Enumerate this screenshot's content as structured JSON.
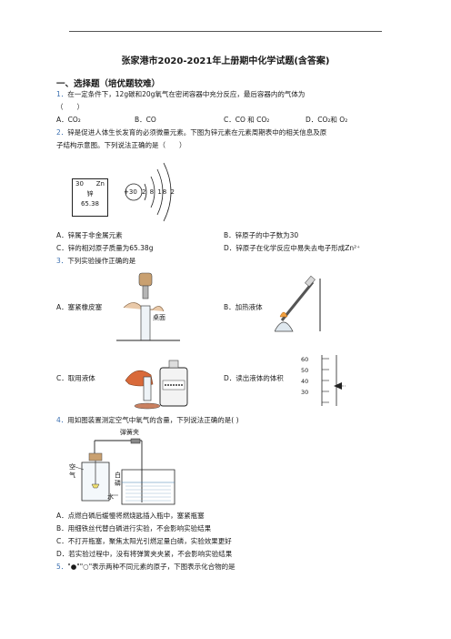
{
  "title": "张家港市2020-2021年上册期中化学试题(含答案)",
  "section1": "一、选择题（培优题较难）",
  "q1": {
    "num": "1．",
    "text": "在一定条件下，12g碳和20g氧气在密闭容器中充分反应，最后容器内的气体为",
    "paren": "（　　）",
    "a": "A．CO₂",
    "b": "B．CO",
    "c": "C．CO 和 CO₂",
    "d": "D．CO₂和 O₂"
  },
  "q2": {
    "num": "2．",
    "line1": "锌是促进人体生长发育的必须微量元素。下图为锌元素在元素周期表中的相关信息及原",
    "line2": "子结构示意图。下列说法正确的是（　　）",
    "element": {
      "number": "30",
      "symbol": "Zn",
      "name": "锌",
      "mass": "65.38"
    },
    "atom": {
      "nucleus": "+30",
      "shells": "2 8 18 2"
    },
    "a": "A．锌属于非金属元素",
    "b": "B．锌原子的中子数为30",
    "c": "C．锌的相对原子质量为65.38g",
    "d": "D．锌原子在化学反应中易失去电子形成Zn²⁺"
  },
  "q3": {
    "num": "3．",
    "text": "下列实验操作正确的是",
    "a": "A．塞紧橡皮塞",
    "a_label": "桌面",
    "b": "B．加热液体",
    "c": "C．取用液体",
    "d": "D．读出液体的体积",
    "scale": [
      "60",
      "50",
      "40",
      "30"
    ]
  },
  "q4": {
    "num": "4．",
    "text": "用如图装置测定空气中氧气的含量，下列说法正确的是( )",
    "labels": {
      "clip": "弹簧夹",
      "air": "空气",
      "phos": "白磷",
      "water": "水"
    },
    "a": "A．点燃白磷后缓慢将燃烧匙插入瓶中，塞紧瓶塞",
    "b": "B．用细铁丝代替白磷进行实验，不会影响实验结果",
    "c": "C．不打开瓶塞，聚焦太阳光引燃足量白磷，实验效果更好",
    "d": "D．若实验过程中，没有将弹簧夹夹紧，不会影响实验结果"
  },
  "q5": {
    "num": "5．",
    "text": "\"●\"\"○\"表示两种不同元素的原子，下图表示化合物的是"
  }
}
